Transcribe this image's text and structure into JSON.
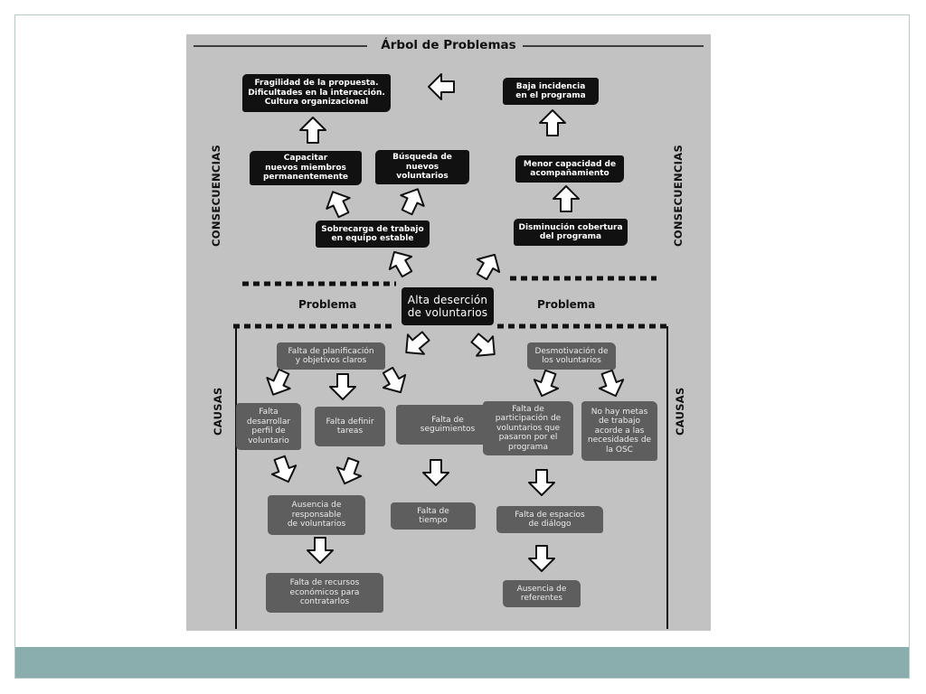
{
  "diagram": {
    "title": "Árbol de Problemas",
    "side_labels": {
      "consecuencias_left": "CONSECUENCIAS",
      "consecuencias_right": "CONSECUENCIAS",
      "causas_left": "CAUSAS",
      "causas_right": "CAUSAS"
    },
    "problem_labels": {
      "left": "Problema",
      "right": "Problema"
    },
    "core_problem": "Alta deserción\nde voluntarios",
    "consequences": {
      "fragilidad": "Fragilidad de la propuesta.\nDificultades en la interacción.\nCultura organizacional",
      "baja_incidencia": "Baja incidencia\nen el programa",
      "capacitar": "Capacitar\nnuevos miembros\npermanentemente",
      "busqueda": "Búsqueda de\nnuevos\nvoluntarios",
      "menor_capacidad": "Menor capacidad de\nacompañamiento",
      "sobrecarga": "Sobrecarga de trabajo\nen equipo estable",
      "disminucion": "Disminución cobertura\ndel programa"
    },
    "causes": {
      "falta_planificacion": "Falta de planificación\ny objetivos claros",
      "desmotivacion": "Desmotivación de\nlos voluntarios",
      "falta_perfil": "Falta\ndesarrollar\nperfil de\nvoluntario",
      "falta_tareas": "Falta definir\ntareas",
      "falta_seguimientos": "Falta de\nseguimientos",
      "falta_participacion": "Falta de\nparticipación de\nvoluntarios que\npasaron por el\nprograma",
      "no_metas": "No hay metas\nde trabajo\nacorde a las\nnecesidades de\nla OSC",
      "ausencia_responsable": "Ausencia de\nresponsable\nde voluntarios",
      "falta_tiempo": "Falta de\ntiempo",
      "falta_espacios": "Falta de espacios\nde diálogo",
      "falta_recursos": "Falta de recursos\neconómicos para\ncontratarlos",
      "ausencia_referentes": "Ausencia de\nreferentes"
    }
  },
  "colors": {
    "slide_background": "#ffffff",
    "footer_bar": "#8aaeae",
    "diagram_background": "#c2c2c2",
    "consequence_box": "#111111",
    "cause_box": "#5e5e5e"
  }
}
